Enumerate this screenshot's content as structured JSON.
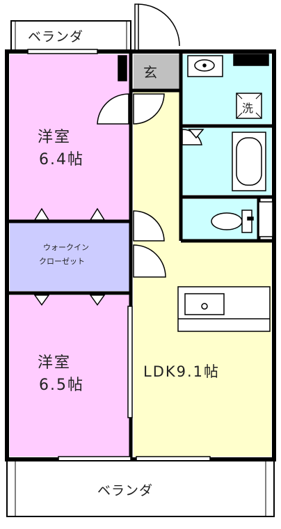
{
  "balcony_top": "ベランダ",
  "balcony_bottom": "ベランダ",
  "genkan": "玄",
  "washer": "洗",
  "room_top": {
    "name": "洋室",
    "size": "6.4帖"
  },
  "room_bottom": {
    "name": "洋室",
    "size": "6.5帖"
  },
  "closet": {
    "line1": "ウォークイン",
    "line2": "クローゼット"
  },
  "ldk": "LDK9.1帖",
  "colors": {
    "western_room": "#FFCCFF",
    "closet": "#CCCCFF",
    "water_area": "#CCFFFF",
    "ldk": "#FFFFCC",
    "entrance": "#C0C0C0",
    "wall": "#000000",
    "balcony": "#FFFFFF"
  }
}
